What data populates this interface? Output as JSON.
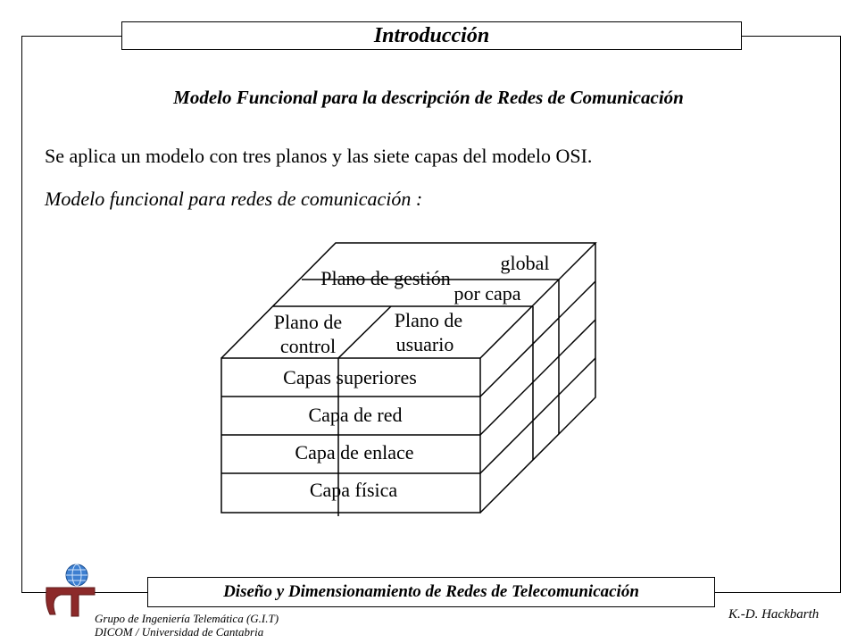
{
  "header": {
    "title": "Introducción"
  },
  "subtitle": "Modelo Funcional para la descripción de Redes de Comunicación",
  "body": {
    "line1": "Se aplica un modelo con tres planos y las siete capas del modelo OSI.",
    "line2": "Modelo funcional para redes de comunicación :"
  },
  "diagram": {
    "plano_gestion": "Plano de gestión",
    "global": "global",
    "por_capa": "por capa",
    "plano_control_1": "Plano de",
    "plano_control_2": "control",
    "plano_usuario_1": "Plano de",
    "plano_usuario_2": "usuario",
    "layers": [
      "Capas superiores",
      "Capa de red",
      "Capa de enlace",
      "Capa física"
    ]
  },
  "footer": {
    "title": "Diseño y Dimensionamiento de Redes de Telecomunicación",
    "group_line1": "Grupo de Ingeniería Telemática (G.I.T)",
    "group_line2": "DICOM / Universidad de Cantabria",
    "author": "K.-D. Hackbarth"
  },
  "colors": {
    "logo_globe": "#3d7fd0",
    "logo_t": "#8c2a2a"
  }
}
